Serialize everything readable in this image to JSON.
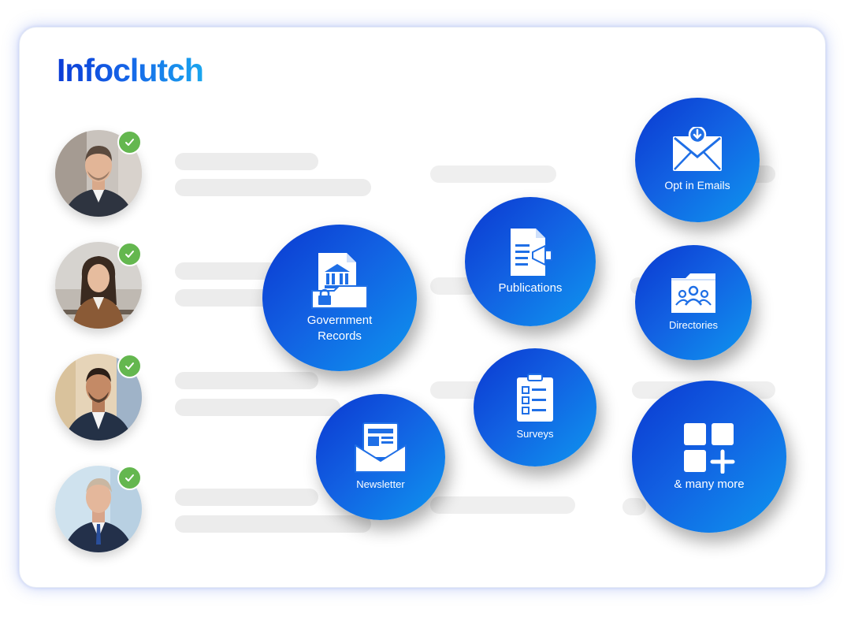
{
  "brand": {
    "logo_text": "Infoclutch",
    "accent": "#1667e8",
    "accent_light": "#19a6ef",
    "check_color": "#64b74f"
  },
  "profiles": [
    {
      "name": "profile-man-1",
      "verified": true
    },
    {
      "name": "profile-woman",
      "verified": true
    },
    {
      "name": "profile-man-2",
      "verified": true
    },
    {
      "name": "profile-man-3",
      "verified": true
    }
  ],
  "sources": [
    {
      "label": "Opt in Emails",
      "icon": "envelope-download-icon"
    },
    {
      "label": "Publications",
      "icon": "document-megaphone-icon"
    },
    {
      "label": "Government",
      "label2": "Records",
      "icon": "government-building-lock-icon"
    },
    {
      "label": "Directories",
      "icon": "folder-people-icon"
    },
    {
      "label": "Surveys",
      "icon": "clipboard-checklist-icon"
    },
    {
      "label": "Newsletter",
      "icon": "newsletter-envelope-icon"
    },
    {
      "label": "& many more",
      "icon": "grid-plus-icon"
    }
  ]
}
